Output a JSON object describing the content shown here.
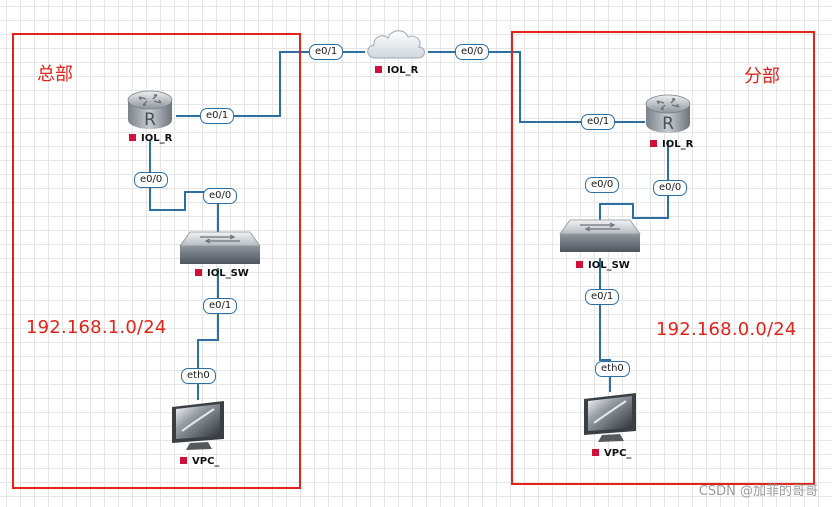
{
  "zones": {
    "hq": {
      "title": "总部",
      "subnet": "192.168.1.0/24"
    },
    "branch": {
      "title": "分部",
      "subnet": "192.168.0.0/24"
    }
  },
  "nodes": {
    "cloud_router": {
      "label": "IOL_R",
      "icon": "cloud-icon"
    },
    "hq_router": {
      "label": "IOL_R",
      "icon": "router-icon"
    },
    "hq_switch": {
      "label": "IOL_SW",
      "icon": "switch-icon"
    },
    "hq_vpc": {
      "label": "VPC_",
      "icon": "monitor-icon"
    },
    "branch_router": {
      "label": "IOL_R",
      "icon": "router-icon"
    },
    "branch_switch": {
      "label": "IOL_SW",
      "icon": "switch-icon"
    },
    "branch_vpc": {
      "label": "VPC_",
      "icon": "monitor-icon"
    }
  },
  "interfaces": {
    "cloud_left": "e0/1",
    "cloud_right": "e0/0",
    "hq_router_up": "e0/1",
    "hq_router_down": "e0/0",
    "hq_switch_up": "e0/0",
    "hq_switch_down": "e0/1",
    "hq_vpc": "eth0",
    "branch_router_up": "e0/1",
    "branch_router_down": "e0/0",
    "branch_switch_up": "e0/0",
    "branch_switch_down": "e0/1",
    "branch_vpc": "eth0"
  },
  "colors": {
    "zone_border": "#e2231a",
    "link": "#2e6fa3",
    "node_marker": "#d0103a"
  },
  "watermark": "CSDN @加菲的哥哥"
}
